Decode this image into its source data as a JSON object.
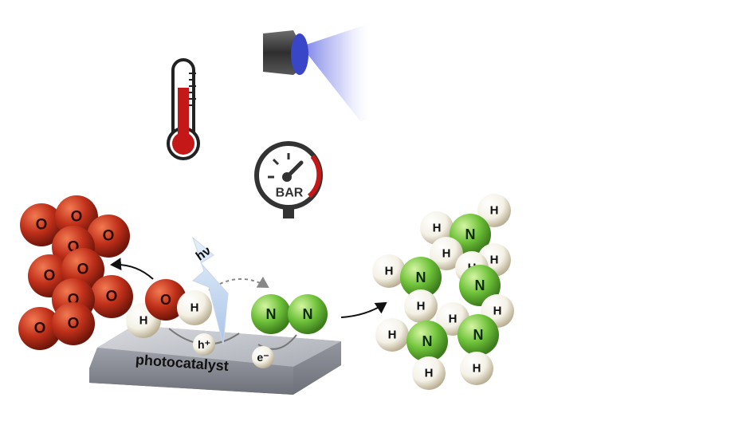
{
  "labels": {
    "pressure_gauge": "BAR",
    "photon": "hν",
    "hole": "h⁺",
    "electron": "e⁻",
    "catalyst": "photocatalyst"
  },
  "atoms": {
    "oxygen": "O",
    "hydrogen": "H",
    "nitrogen": "N"
  },
  "colors": {
    "oxygen": "#c0301a",
    "nitrogen": "#6fc23a",
    "hydrogen": "#f4f1e6",
    "thermometer_fill": "#c41818",
    "lamp_beam": "#5a63e0",
    "gauge_arc": "#c41818",
    "catalyst_slab": "#b9bcc3"
  },
  "icons": [
    "thermometer-icon",
    "lamp-icon",
    "pressure-gauge-icon",
    "lightning-bolt-icon"
  ]
}
